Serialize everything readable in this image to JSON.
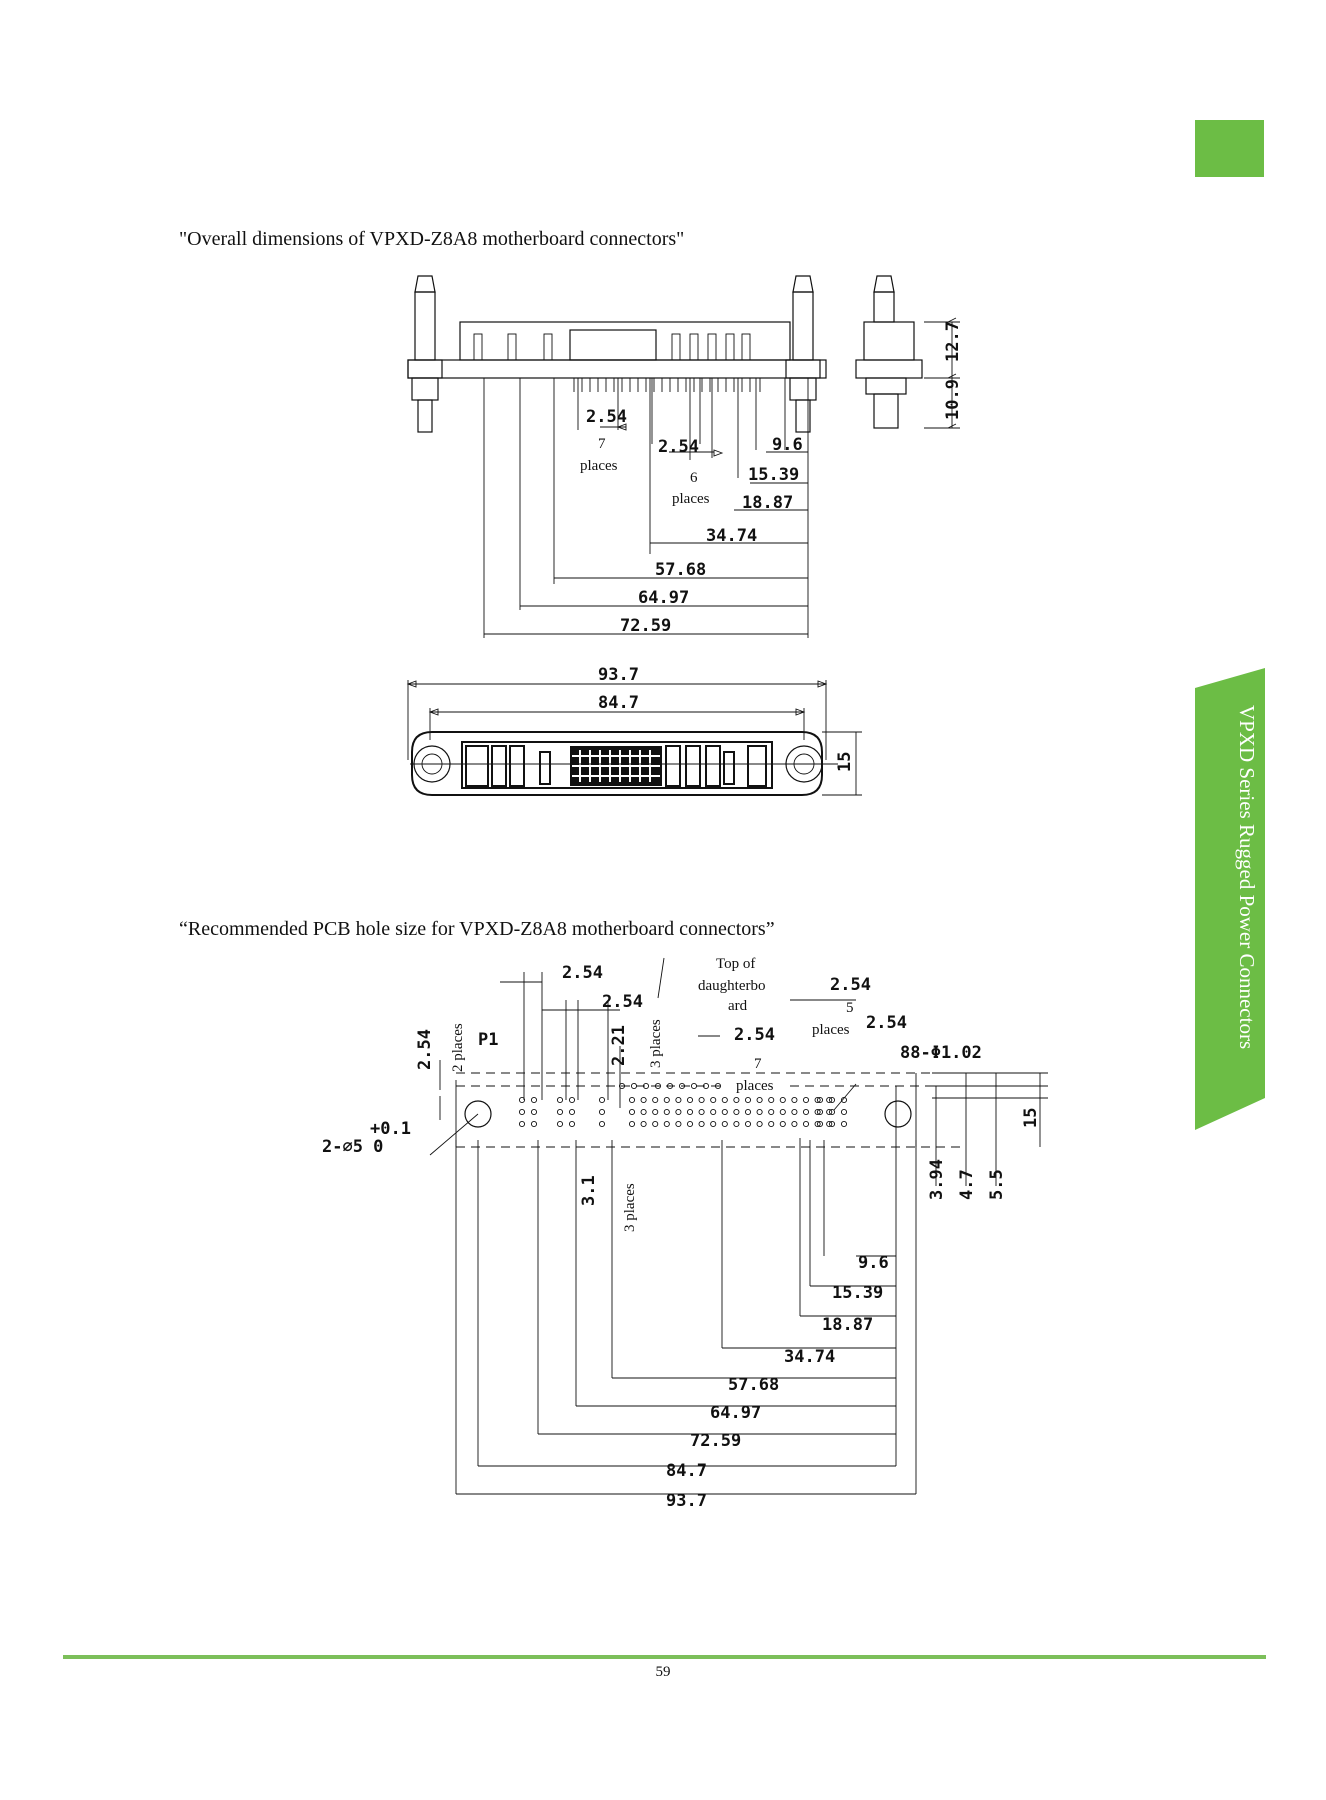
{
  "side_tab": {
    "label": "VPXD Series Rugged Power Connectors",
    "color": "#6cbd45"
  },
  "caption_overall": "\"Overall dimensions of VPXD-Z8A8 motherboard connectors\"",
  "caption_pcb": "“Recommended PCB hole size for VPXD-Z8A8 motherboard connectors”",
  "drawing1": {
    "dims": [
      "2.54",
      "2.54",
      "9.6",
      "15.39",
      "18.87",
      "34.74",
      "57.68",
      "64.97",
      "72.59",
      "12.7",
      "10.9"
    ],
    "notes": {
      "n7": "7",
      "places_a": "places",
      "n6": "6",
      "places_b": "places"
    }
  },
  "drawing2": {
    "dims": [
      "93.7",
      "84.7",
      "15"
    ]
  },
  "drawing3": {
    "dims": [
      "2.54",
      "2.54",
      "2.54",
      "2.54",
      "2.54",
      "2.21",
      "2.54",
      "88-Φ1.02",
      "+0.1",
      "2-⌀5 0",
      "3.1",
      "3.94",
      "4.7",
      "5.5",
      "15",
      "9.6",
      "15.39",
      "18.87",
      "34.74",
      "57.68",
      "64.97",
      "72.59",
      "84.7",
      "93.7"
    ],
    "notes": {
      "top1": "Top of",
      "top2": "daughterbo",
      "top3": "ard",
      "places_2": "2 places",
      "places_3a": "3 places",
      "places_3b": "3 places",
      "five": "5",
      "places_5": "places",
      "seven": "7",
      "places_7": "places",
      "p1": "P1"
    }
  },
  "page_number": "59"
}
